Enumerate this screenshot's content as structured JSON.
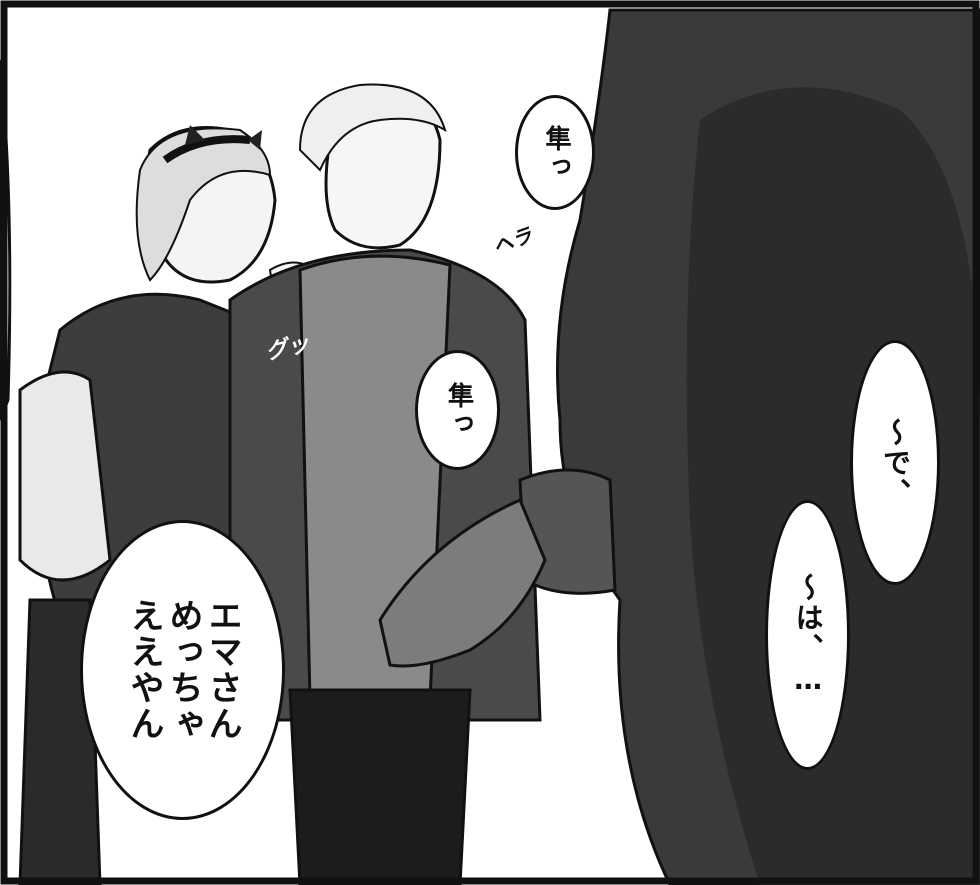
{
  "panel": {
    "bubbles": [
      {
        "id": "top",
        "text": "隼っ"
      },
      {
        "id": "middle",
        "text": "隼っ"
      },
      {
        "id": "left",
        "text": "エマさん\nめっちゃ\nええやん"
      },
      {
        "id": "right-upper",
        "text": "〜で、"
      },
      {
        "id": "right-lower",
        "text": "〜は、…"
      }
    ],
    "sfx": [
      {
        "id": "grab",
        "text": "グッ"
      },
      {
        "id": "swish",
        "text": "ヘラ"
      }
    ]
  }
}
